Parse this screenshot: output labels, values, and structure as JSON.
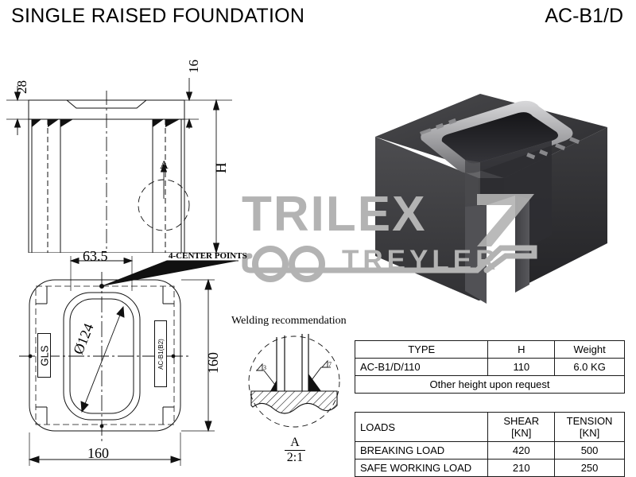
{
  "header": {
    "title": "SINGLE RAISED FOUNDATION",
    "part_code": "AC-B1/D"
  },
  "watermark": {
    "main": "TRILEX",
    "sub": "TREYLER",
    "color": "#b3b3b3"
  },
  "front_view": {
    "dim_thickness": "28",
    "dim_top": "16",
    "dim_height": "H",
    "detail_callout": "A"
  },
  "plan_view": {
    "dim_center_offset": "63.5",
    "dim_width": "160",
    "dim_depth": "160",
    "dim_diameter": "Ø124",
    "note_center_points": "4-CENTER POINTS",
    "label_left": "GLS",
    "label_right": "AC-B1(B2)"
  },
  "weld_detail": {
    "title": "Welding recommendation",
    "label": "A",
    "scale": "2:1",
    "symbol_left": "3",
    "symbol_right": "7"
  },
  "type_table": {
    "headers": [
      "TYPE",
      "H",
      "Weight"
    ],
    "rows": [
      [
        "AC-B1/D/110",
        "110",
        "6.0 KG"
      ]
    ],
    "footer": "Other height upon request"
  },
  "loads_table": {
    "headers": [
      "LOADS",
      "SHEAR [KN]",
      "TENSION [KN]"
    ],
    "rows": [
      [
        "BREAKING LOAD",
        "420",
        "500"
      ],
      [
        "SAFE WORKING LOAD",
        "210",
        "250"
      ]
    ]
  }
}
